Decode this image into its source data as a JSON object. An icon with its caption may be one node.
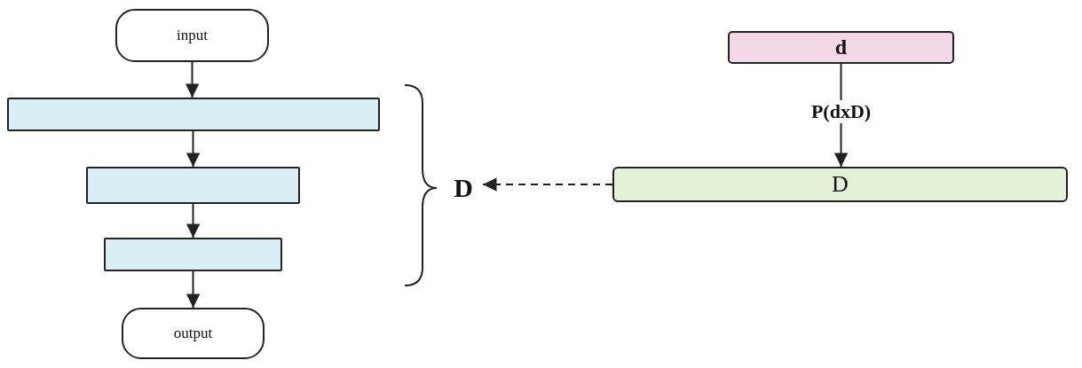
{
  "diagram": {
    "nodes": [
      {
        "text": [
          "input"
        ]
      },
      {
        "text": [],
        "shape": "bar"
      },
      {
        "text": [],
        "shape": "bar"
      },
      {
        "text": [],
        "shape": "bar"
      },
      {
        "text": [
          "output"
        ]
      },
      {
        "text": [
          "D"
        ]
      },
      {
        "text": [
          "d"
        ]
      },
      {
        "text": [
          "D"
        ]
      }
    ],
    "edges": [
      {
        "from": 0,
        "to": 1,
        "arrow": "to"
      },
      {
        "from": 1,
        "to": 2,
        "arrow": "to"
      },
      {
        "from": 2,
        "to": 3,
        "arrow": "to"
      },
      {
        "from": 3,
        "to": 4,
        "arrow": "to"
      },
      {
        "from": 6,
        "to": 7,
        "arrow": "to",
        "label": "P(dxD)"
      },
      {
        "from": 7,
        "to": 5,
        "arrow": "to",
        "style": "dashed"
      }
    ]
  }
}
